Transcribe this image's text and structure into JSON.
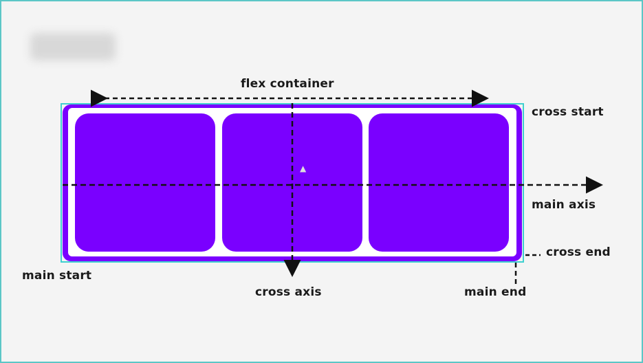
{
  "diagram": {
    "labels": {
      "flex_container": "flex container",
      "cross_start": "cross start",
      "main_axis": "main axis",
      "cross_end": "cross end",
      "main_start": "main start",
      "cross_axis": "cross axis",
      "main_end": "main end"
    },
    "flex_items": 3,
    "colors": {
      "container": "#7a00ff",
      "item": "#7a00ff",
      "selection_outline": "#3fd0d0",
      "frame_border": "#5cc6c6",
      "arrows": "#111111"
    }
  }
}
